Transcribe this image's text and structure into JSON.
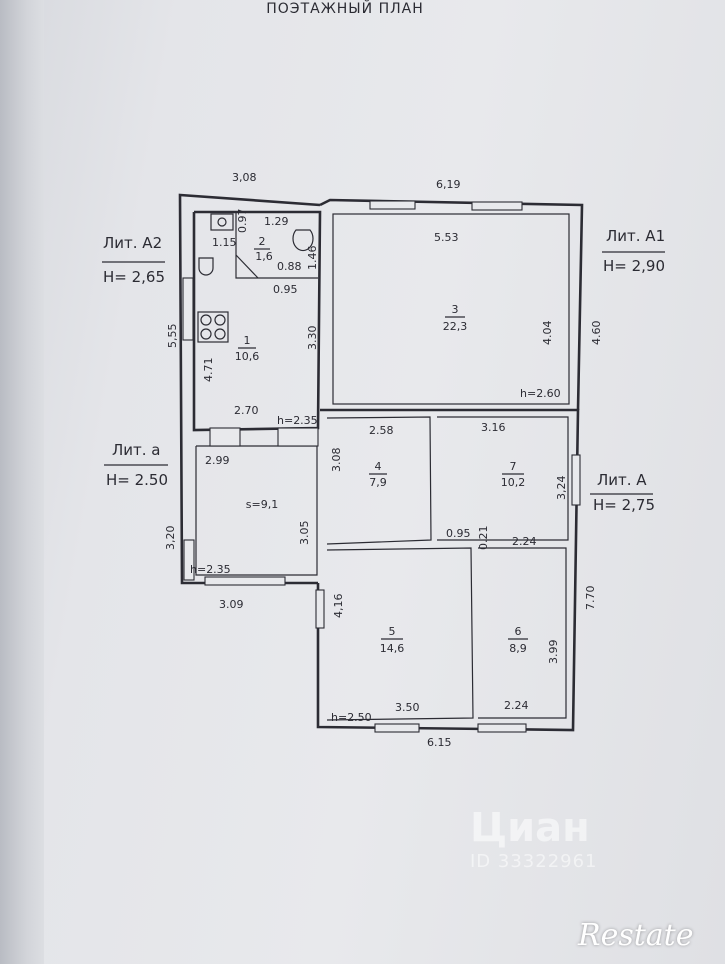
{
  "title": "ПОЭТАЖНЫЙ ПЛАН",
  "sections": [
    {
      "id": "a2",
      "name": "Лит. А2",
      "height": "H= 2,65"
    },
    {
      "id": "a1",
      "name": "Лит. А1",
      "height": "H= 2,90"
    },
    {
      "id": "a",
      "name": "Лит. а",
      "height": "H= 2.50"
    },
    {
      "id": "A",
      "name": "Лит. А",
      "height": "H= 2,75"
    }
  ],
  "rooms": [
    {
      "id": "1",
      "number": "1",
      "area": "10,6"
    },
    {
      "id": "2",
      "number": "2",
      "area": "1,6"
    },
    {
      "id": "3",
      "number": "3",
      "area": "22,3"
    },
    {
      "id": "4",
      "number": "4",
      "area": "7,9"
    },
    {
      "id": "5",
      "number": "5",
      "area": "14,6"
    },
    {
      "id": "6",
      "number": "6",
      "area": "8,9"
    },
    {
      "id": "7",
      "number": "7",
      "area": "10,2"
    },
    {
      "id": "s",
      "number": "",
      "area": "s=9,1"
    }
  ],
  "dimensions": {
    "top_left": "3,08",
    "top_right": "6,19",
    "r3_top": "5.53",
    "r3_right": "4.04",
    "r3_h": "h=2.60",
    "outer_right_a1": "4.60",
    "outer_left_a2": "5,55",
    "r2_top": "1.29",
    "r2_a": "0.97",
    "r2_b": "1.15",
    "r2_c": "0.88",
    "r2_d": "1.46",
    "r1_a": "0.95",
    "r1_right": "3.30",
    "r1_left": "4.71",
    "r1_bottom": "2.70",
    "r1_h": "h=2.35",
    "r4_top": "2.58",
    "r4_left": "3.08",
    "r7_top": "3.16",
    "r7_right": "3,24",
    "v_top": "2.99",
    "v_right": "3.05",
    "v_left": "3,20",
    "v_h": "h=2.35",
    "v_bottom": "3.09",
    "r7_a": "0.95",
    "r7_b": "0.21",
    "r7_c": "2.24",
    "r5_left": "4,16",
    "r5_bottom": "3.50",
    "r5_h": "h=2.50",
    "r6_right": "3.99",
    "r6_bottom": "2.24",
    "outer_right_a": "7.70",
    "bottom_total": "6.15"
  },
  "watermark": {
    "logo": "Циан",
    "id": "ID 33322961"
  },
  "brand": "Restate"
}
